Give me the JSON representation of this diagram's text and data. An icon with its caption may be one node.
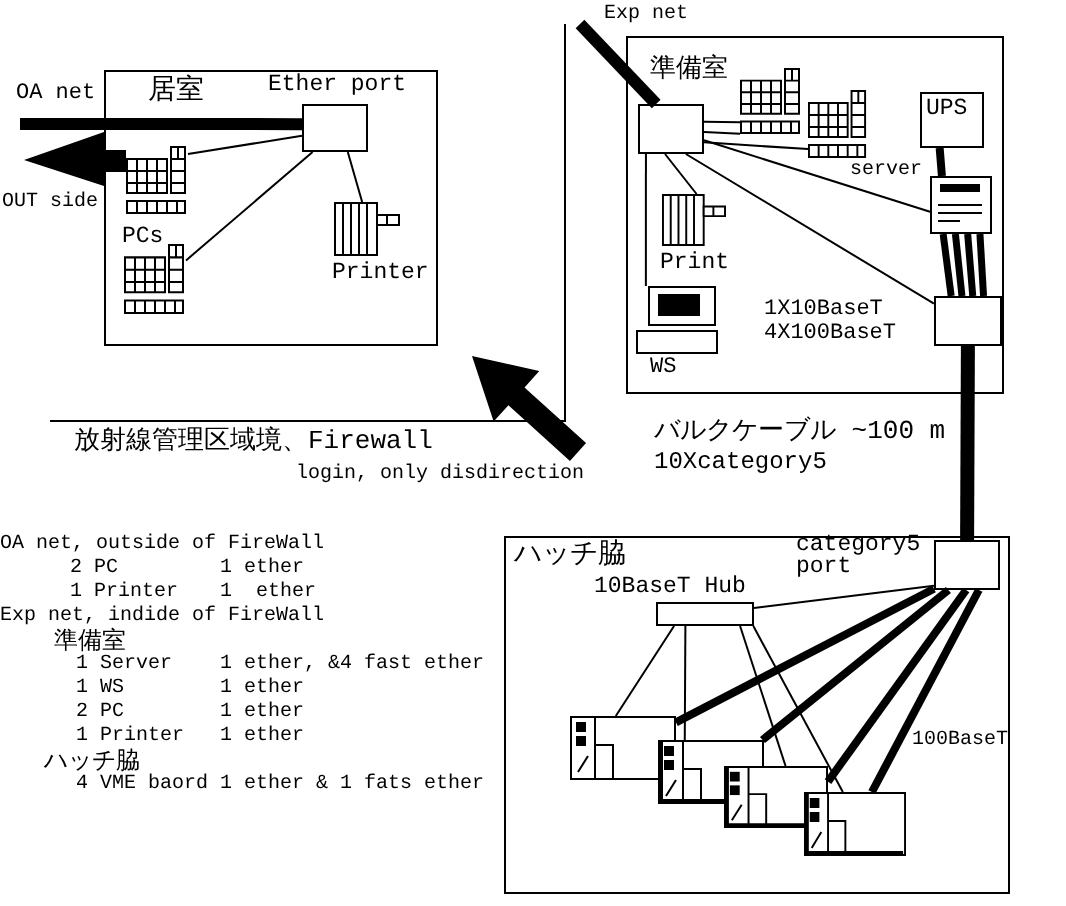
{
  "diagram": {
    "nodes": [
      {
        "text": [
          "居室"
        ]
      },
      {
        "text": [
          "Ether port"
        ],
        "in": 0
      },
      {
        "text": [],
        "shape": "picture",
        "in": 0
      },
      {
        "text": [],
        "shape": "picture",
        "in": 0
      },
      {
        "text": [
          "Printer"
        ],
        "in": 0
      },
      {
        "text": [
          "準備室"
        ]
      },
      {
        "text": [],
        "shape": "box",
        "in": 5
      },
      {
        "text": [],
        "shape": "picture",
        "in": 5
      },
      {
        "text": [],
        "shape": "picture",
        "in": 5
      },
      {
        "text": [
          "UPS"
        ],
        "in": 5
      },
      {
        "text": [
          "server"
        ],
        "in": 5
      },
      {
        "text": [
          "Print"
        ],
        "in": 5
      },
      {
        "text": [
          "WS"
        ],
        "in": 5
      },
      {
        "text": [],
        "shape": "box",
        "in": 5
      },
      {
        "text": [
          "ハッチ脇"
        ]
      },
      {
        "text": [
          "category5 port"
        ],
        "in": 14
      },
      {
        "text": [
          "10BaseT Hub"
        ],
        "in": 14
      },
      {
        "text": [],
        "shape": "picture",
        "in": 14
      },
      {
        "text": [],
        "shape": "picture",
        "in": 14
      },
      {
        "text": [],
        "shape": "picture",
        "in": 14
      },
      {
        "text": [],
        "shape": "picture",
        "in": 14
      }
    ],
    "edges": [
      {
        "from": null,
        "to": 1,
        "arrow": "none",
        "style": "thick"
      },
      {
        "from": 1,
        "to": 2,
        "arrow": "none"
      },
      {
        "from": 1,
        "to": 3,
        "arrow": "none"
      },
      {
        "from": 1,
        "to": 4,
        "arrow": "none"
      },
      {
        "from": null,
        "to": 6,
        "arrow": "none",
        "style": "thick"
      },
      {
        "from": 6,
        "to": 7,
        "arrow": "none"
      },
      {
        "from": 6,
        "to": 7,
        "arrow": "none"
      },
      {
        "from": 6,
        "to": 8,
        "arrow": "none"
      },
      {
        "from": 6,
        "to": 10,
        "arrow": "none"
      },
      {
        "from": 6,
        "to": 13,
        "arrow": "none"
      },
      {
        "from": 6,
        "to": 11,
        "arrow": "none"
      },
      {
        "from": 6,
        "to": 12,
        "arrow": "none"
      },
      {
        "from": 9,
        "to": 10,
        "arrow": "none",
        "style": "thick"
      },
      {
        "from": 10,
        "to": 13,
        "arrow": "none",
        "style": "thick"
      },
      {
        "from": 10,
        "to": 13,
        "arrow": "none",
        "style": "thick"
      },
      {
        "from": 10,
        "to": 13,
        "arrow": "none",
        "style": "thick"
      },
      {
        "from": 10,
        "to": 13,
        "arrow": "none",
        "style": "thick"
      },
      {
        "from": 13,
        "to": 15,
        "arrow": "none",
        "style": "thick"
      },
      {
        "from": 15,
        "to": 16,
        "arrow": "none"
      },
      {
        "from": 16,
        "to": 17,
        "arrow": "none"
      },
      {
        "from": 16,
        "to": 18,
        "arrow": "none"
      },
      {
        "from": 16,
        "to": 19,
        "arrow": "none"
      },
      {
        "from": 16,
        "to": 20,
        "arrow": "none"
      },
      {
        "from": 15,
        "to": 17,
        "arrow": "none",
        "style": "thick"
      },
      {
        "from": 15,
        "to": 18,
        "arrow": "none",
        "style": "thick"
      },
      {
        "from": 15,
        "to": 19,
        "arrow": "none",
        "style": "thick"
      },
      {
        "from": 15,
        "to": 20,
        "arrow": "none",
        "style": "thick"
      }
    ],
    "labels": [
      "Exp net",
      "OA net",
      "OUT side",
      "PCs",
      "1X10BaseT",
      "4X100BaseT",
      "放射線管理区域境、Firewall",
      "login, only disdirection",
      "バルクケーブル ~100 m",
      "10Xcategory5",
      "100BaseT",
      "OA net, outside of FireWall",
      "2 PC",
      "1 ether",
      "1 Printer",
      "1  ether",
      "Exp net, indide of FireWall",
      "準備室",
      "1 Server",
      "1 ether, &4 fast ether",
      "1 WS",
      "1 ether",
      "2 PC",
      "1 ether",
      "1 Printer",
      "1 ether",
      "ハッチ脇",
      "4 VME baord",
      "1 ether & 1 fats ether"
    ]
  }
}
